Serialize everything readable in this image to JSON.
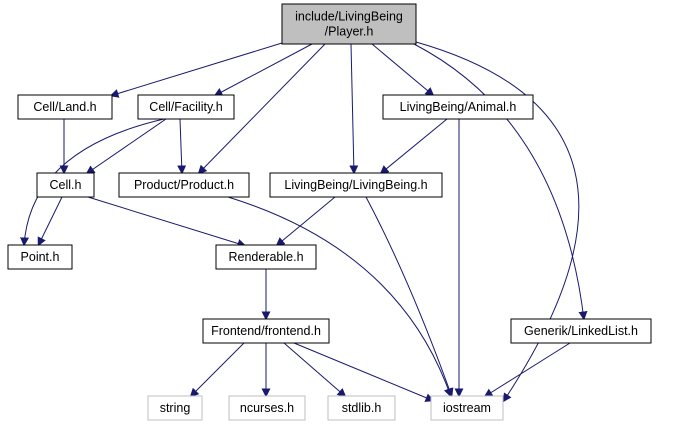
{
  "colors": {
    "edge": "#191970",
    "root_fill": "#bfbfbf",
    "node_border": "#000000",
    "external_border": "#bfbfbf",
    "background": "#ffffff"
  },
  "nodes": [
    {
      "id": "player",
      "lines": [
        "include/LivingBeing",
        "/Player.h"
      ],
      "kind": "root"
    },
    {
      "id": "cell_land",
      "lines": [
        "Cell/Land.h"
      ],
      "kind": "internal"
    },
    {
      "id": "cell_facility",
      "lines": [
        "Cell/Facility.h"
      ],
      "kind": "internal"
    },
    {
      "id": "livingbeing_animal",
      "lines": [
        "LivingBeing/Animal.h"
      ],
      "kind": "internal"
    },
    {
      "id": "cell",
      "lines": [
        "Cell.h"
      ],
      "kind": "internal"
    },
    {
      "id": "product",
      "lines": [
        "Product/Product.h"
      ],
      "kind": "internal"
    },
    {
      "id": "livingbeing",
      "lines": [
        "LivingBeing/LivingBeing.h"
      ],
      "kind": "internal"
    },
    {
      "id": "point",
      "lines": [
        "Point.h"
      ],
      "kind": "internal"
    },
    {
      "id": "renderable",
      "lines": [
        "Renderable.h"
      ],
      "kind": "internal"
    },
    {
      "id": "frontend",
      "lines": [
        "Frontend/frontend.h"
      ],
      "kind": "internal"
    },
    {
      "id": "linkedlist",
      "lines": [
        "Generik/LinkedList.h"
      ],
      "kind": "internal"
    },
    {
      "id": "string",
      "lines": [
        "string"
      ],
      "kind": "external"
    },
    {
      "id": "ncurses",
      "lines": [
        "ncurses.h"
      ],
      "kind": "external"
    },
    {
      "id": "stdlib",
      "lines": [
        "stdlib.h"
      ],
      "kind": "external"
    },
    {
      "id": "iostream",
      "lines": [
        "iostream"
      ],
      "kind": "external"
    }
  ],
  "edges": [
    {
      "from": "player",
      "to": "cell_land"
    },
    {
      "from": "player",
      "to": "cell_facility"
    },
    {
      "from": "player",
      "to": "product"
    },
    {
      "from": "player",
      "to": "livingbeing"
    },
    {
      "from": "player",
      "to": "livingbeing_animal"
    },
    {
      "from": "player",
      "to": "linkedlist"
    },
    {
      "from": "player",
      "to": "iostream"
    },
    {
      "from": "cell_land",
      "to": "cell"
    },
    {
      "from": "cell_facility",
      "to": "point"
    },
    {
      "from": "cell_facility",
      "to": "cell"
    },
    {
      "from": "cell_facility",
      "to": "product"
    },
    {
      "from": "livingbeing_animal",
      "to": "livingbeing"
    },
    {
      "from": "livingbeing_animal",
      "to": "iostream"
    },
    {
      "from": "cell",
      "to": "point"
    },
    {
      "from": "cell",
      "to": "renderable"
    },
    {
      "from": "product",
      "to": "iostream"
    },
    {
      "from": "livingbeing",
      "to": "renderable"
    },
    {
      "from": "livingbeing",
      "to": "iostream"
    },
    {
      "from": "renderable",
      "to": "frontend"
    },
    {
      "from": "frontend",
      "to": "string"
    },
    {
      "from": "frontend",
      "to": "ncurses"
    },
    {
      "from": "frontend",
      "to": "stdlib"
    },
    {
      "from": "frontend",
      "to": "iostream"
    },
    {
      "from": "linkedlist",
      "to": "iostream"
    }
  ]
}
